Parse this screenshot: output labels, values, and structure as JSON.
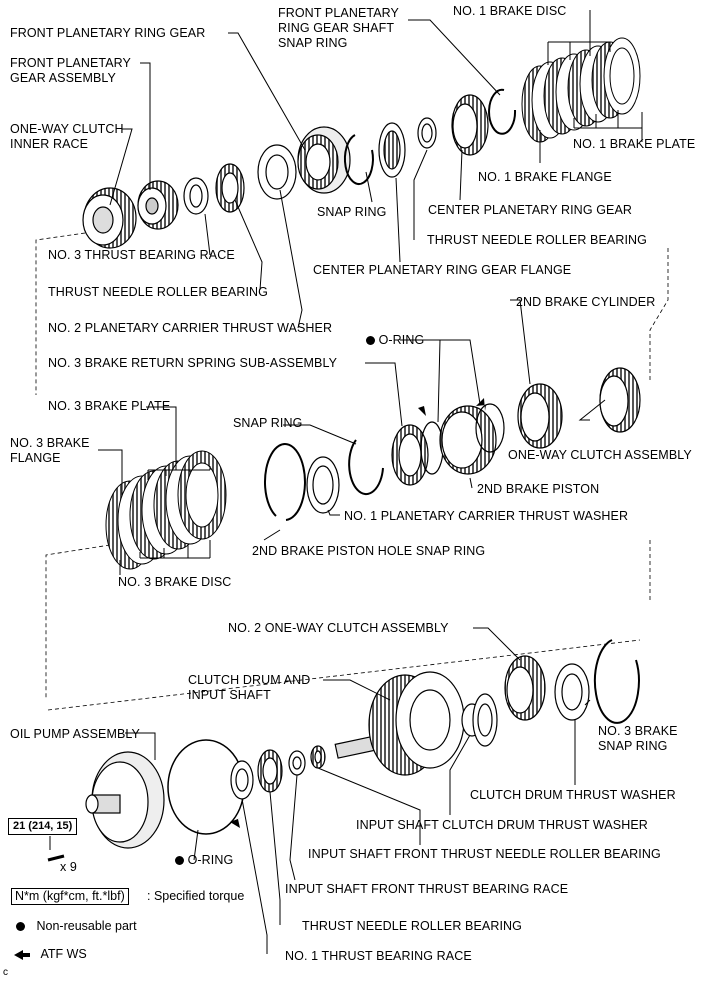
{
  "labels": {
    "front_planetary_ring_gear": "FRONT PLANETARY RING GEAR",
    "front_planetary_gear_assembly": "FRONT PLANETARY\nGEAR ASSEMBLY",
    "one_way_clutch_inner_race": "ONE-WAY CLUTCH\nINNER RACE",
    "front_planetary_ring_gear_shaft_snap_ring": "FRONT PLANETARY\nRING GEAR SHAFT\nSNAP RING",
    "no1_brake_disc": "NO. 1 BRAKE DISC",
    "no1_brake_plate": "NO. 1 BRAKE PLATE",
    "no1_brake_flange": "NO. 1 BRAKE FLANGE",
    "snap_ring_top": "SNAP RING",
    "center_planetary_ring_gear": "CENTER PLANETARY RING GEAR",
    "thrust_needle_roller_bearing_top": "THRUST NEEDLE ROLLER BEARING",
    "no3_thrust_bearing_race": "NO. 3 THRUST BEARING RACE",
    "center_planetary_ring_gear_flange": "CENTER PLANETARY RING GEAR FLANGE",
    "thrust_needle_roller_bearing_mid": "THRUST NEEDLE ROLLER BEARING",
    "no2_planetary_carrier_thrust_washer": "NO. 2 PLANETARY CARRIER THRUST WASHER",
    "second_brake_cylinder": "2ND BRAKE CYLINDER",
    "o_ring_top": "O-RING",
    "no3_brake_return_spring": "NO. 3 BRAKE RETURN SPRING SUB-ASSEMBLY",
    "no3_brake_plate": "NO. 3 BRAKE PLATE",
    "snap_ring_mid": "SNAP RING",
    "no3_brake_flange": "NO. 3 BRAKE\nFLANGE",
    "one_way_clutch_assembly": "ONE-WAY CLUTCH ASSEMBLY",
    "second_brake_piston": "2ND BRAKE PISTON",
    "no1_planetary_carrier_thrust_washer": "NO. 1 PLANETARY CARRIER THRUST WASHER",
    "second_brake_piston_hole_snap_ring": "2ND BRAKE PISTON HOLE SNAP RING",
    "no3_brake_disc": "NO. 3 BRAKE DISC",
    "no2_one_way_clutch_assembly": "NO. 2 ONE-WAY CLUTCH ASSEMBLY",
    "clutch_drum_and_input_shaft": "CLUTCH DRUM AND\nINPUT SHAFT",
    "oil_pump_assembly": "OIL PUMP ASSEMBLY",
    "no3_brake_snap_ring": "NO. 3 BRAKE\nSNAP RING",
    "clutch_drum_thrust_washer": "CLUTCH DRUM THRUST WASHER",
    "input_shaft_clutch_drum_thrust_washer": "INPUT SHAFT CLUTCH DRUM THRUST WASHER",
    "input_shaft_front_thrust_needle_roller_bearing": "INPUT SHAFT FRONT THRUST NEEDLE ROLLER BEARING",
    "o_ring_bottom": "O-RING",
    "input_shaft_front_thrust_bearing_race": "INPUT SHAFT FRONT THRUST BEARING RACE",
    "thrust_needle_roller_bearing_bottom": "THRUST NEEDLE ROLLER BEARING",
    "no1_thrust_bearing_race": "NO. 1 THRUST BEARING RACE"
  },
  "torque": {
    "value": "21 (214, 15)",
    "bolt_count": "x 9"
  },
  "legend": {
    "torque_units": "N*m (kgf*cm, ft.*lbf)",
    "torque_desc": ": Specified torque",
    "non_reusable": "Non-reusable part",
    "atf": "ATF WS"
  },
  "corner_mark": "c",
  "colors": {
    "ink": "#000000",
    "paper": "#ffffff",
    "shade": "#bdbdbd"
  }
}
